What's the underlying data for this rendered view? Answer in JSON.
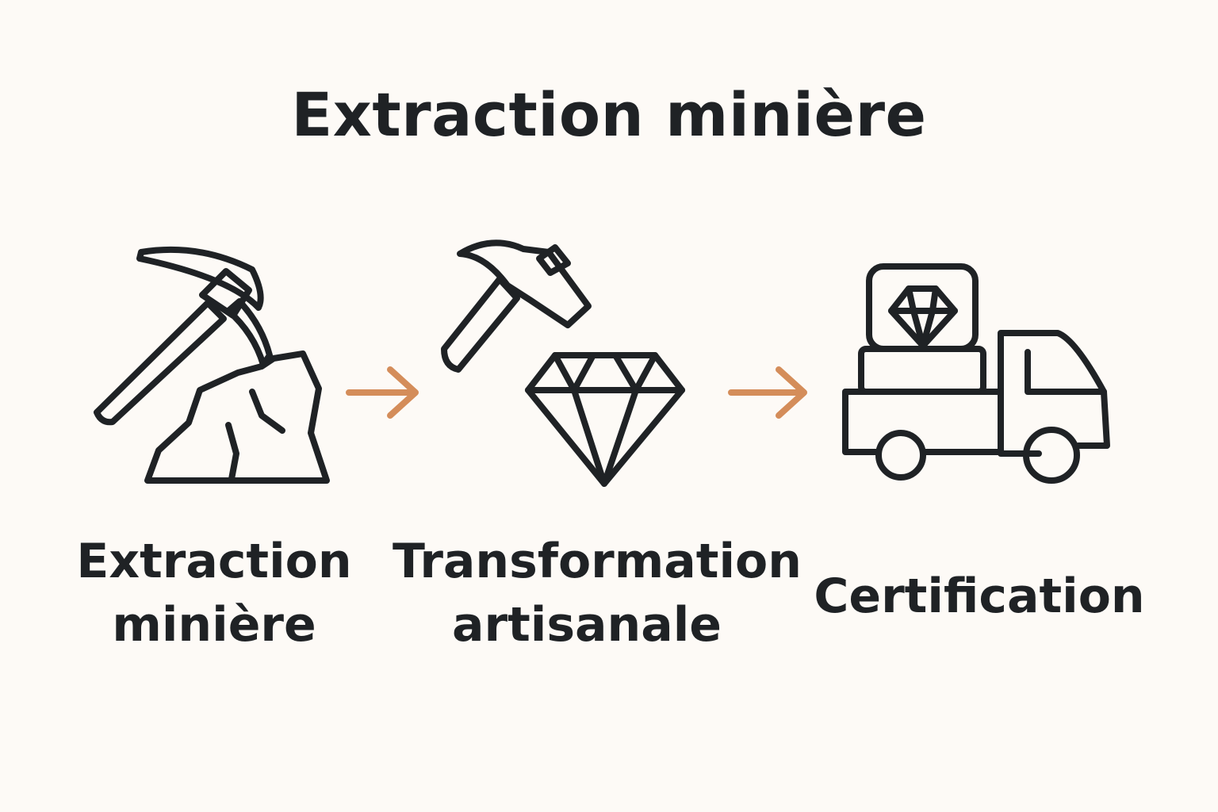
{
  "title": "Extraction minière",
  "colors": {
    "background": "#fdfaf6",
    "ink": "#1f2225",
    "arrow": "#d48d5a"
  },
  "steps": [
    {
      "label": "Extraction\nminière",
      "icon": "pickaxe-rock-icon"
    },
    {
      "label": "Transformation\nartisanale",
      "icon": "hammer-diamond-icon"
    },
    {
      "label": "Certification",
      "icon": "truck-diamond-icon"
    }
  ],
  "connectors": [
    "arrow-right-icon",
    "arrow-right-icon"
  ]
}
